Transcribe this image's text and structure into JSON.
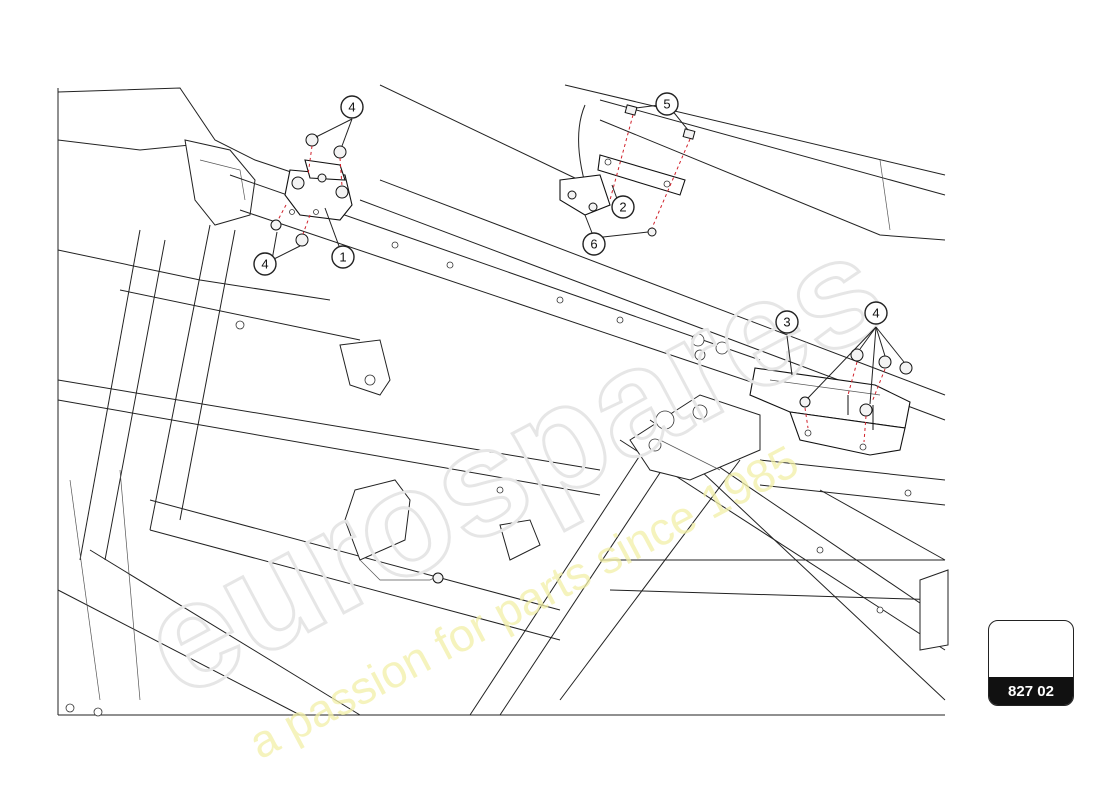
{
  "diagram": {
    "callouts": [
      {
        "id": "c1",
        "label": "1"
      },
      {
        "id": "c2",
        "label": "2"
      },
      {
        "id": "c3",
        "label": "3"
      },
      {
        "id": "c4a",
        "label": "4"
      },
      {
        "id": "c4b",
        "label": "4"
      },
      {
        "id": "c4c",
        "label": "4"
      },
      {
        "id": "c5",
        "label": "5"
      },
      {
        "id": "c6",
        "label": "6"
      }
    ],
    "page_code": "827 02"
  },
  "watermark": {
    "logo_text": "eurospares",
    "tagline": "a passion for parts since 1985"
  }
}
